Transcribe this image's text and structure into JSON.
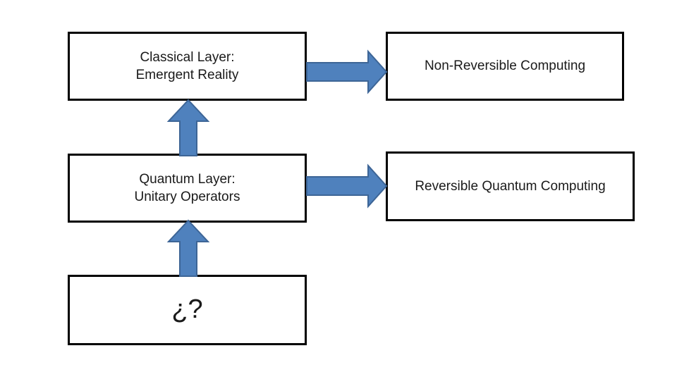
{
  "colors": {
    "background": "#ffffff",
    "box_fill": "#ffffff",
    "box_border": "#000000",
    "text": "#1a1a1a",
    "arrow_fill": "#4f81bd",
    "arrow_border": "#3d6596"
  },
  "boxes": {
    "classical": {
      "line1": "Classical Layer:",
      "line2": "Emergent Reality"
    },
    "non_reversible": {
      "line1": "Non-Reversible Computing"
    },
    "quantum": {
      "line1": "Quantum Layer:",
      "line2": "Unitary Operators"
    },
    "reversible": {
      "line1": "Reversible Quantum Computing"
    },
    "unknown": {
      "line1": "¿?"
    }
  },
  "arrows": [
    {
      "from": "quantum",
      "to": "classical",
      "direction": "up"
    },
    {
      "from": "unknown",
      "to": "quantum",
      "direction": "up"
    },
    {
      "from": "classical",
      "to": "non_reversible",
      "direction": "right"
    },
    {
      "from": "quantum",
      "to": "reversible",
      "direction": "right"
    }
  ]
}
